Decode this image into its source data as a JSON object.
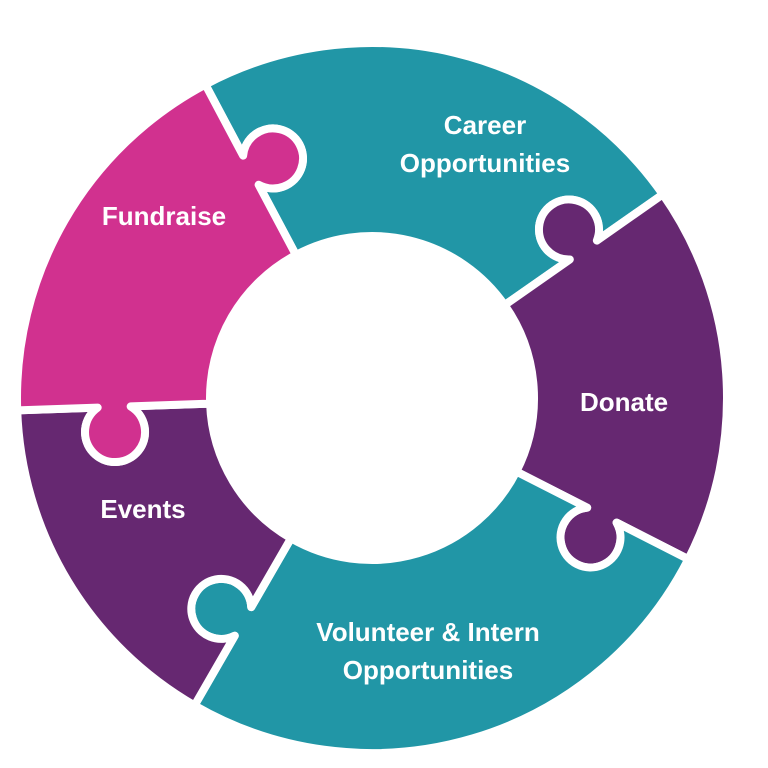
{
  "pieces": [
    {
      "id": "career",
      "label": "Career\nOpportunities",
      "color": "#2196A6"
    },
    {
      "id": "donate",
      "label": "Donate",
      "color": "#662871"
    },
    {
      "id": "volunteer",
      "label": "Volunteer & Intern\nOpportunities",
      "color": "#2196A6"
    },
    {
      "id": "events",
      "label": "Events",
      "color": "#662871"
    },
    {
      "id": "fundraise",
      "label": "Fundraise",
      "color": "#D1318F"
    }
  ]
}
